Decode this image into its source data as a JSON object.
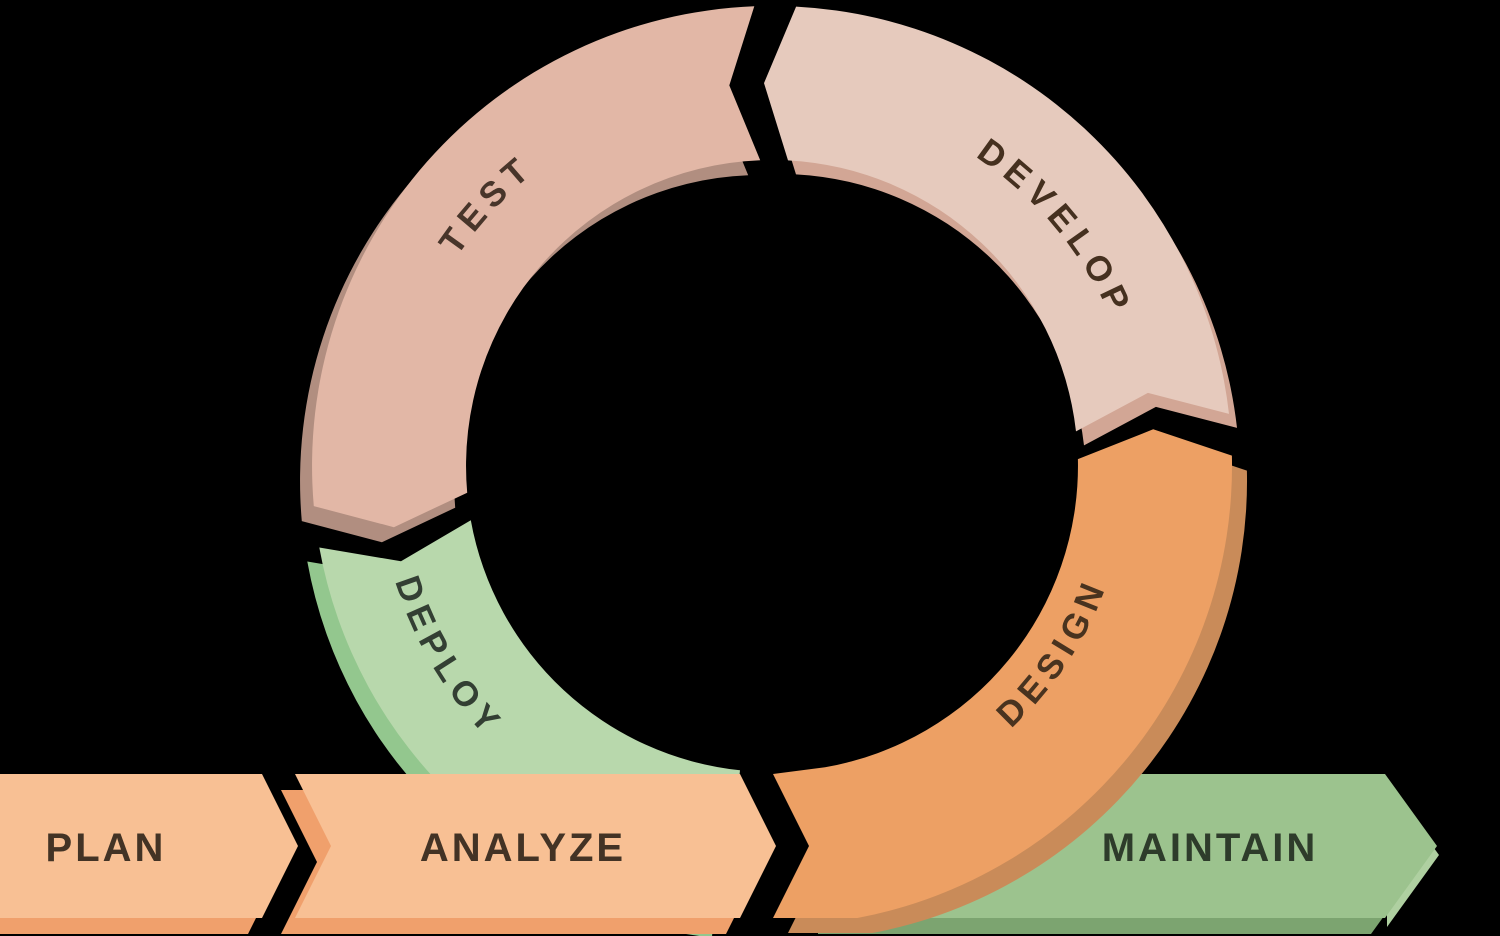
{
  "background_color": "#000000",
  "cycle": {
    "segments": [
      {
        "label": "DEVELOP",
        "fill_color": "#E6CABD",
        "shadow_color": "#D2A695",
        "label_color": "#45301F"
      },
      {
        "label": "TEST",
        "fill_color": "#E2B7A6",
        "shadow_color": "#B18E80",
        "label_color": "#48352A"
      },
      {
        "label": "DEPLOY",
        "fill_color": "#B8D8AC",
        "shadow_color": "#93C78E",
        "label_color": "#333F33"
      },
      {
        "label": "DESIGN",
        "fill_color": "#EDA064",
        "shadow_color": "#C98B59",
        "label_color": "#49331F"
      }
    ]
  },
  "flow": {
    "bars": [
      {
        "label": "PLAN",
        "fill_color": "#F8C094",
        "shadow_color": "#F0A06C",
        "label_color": "#433325"
      },
      {
        "label": "ANALYZE",
        "fill_color": "#F8C094",
        "shadow_color": "#F0A06C",
        "label_color": "#433325"
      },
      {
        "label": "MAINTAIN",
        "fill_color": "#9CC38E",
        "shadow_color": "#7CA470",
        "bevel_color": "#AFD0A1",
        "label_color": "#2E3C2B"
      }
    ]
  }
}
